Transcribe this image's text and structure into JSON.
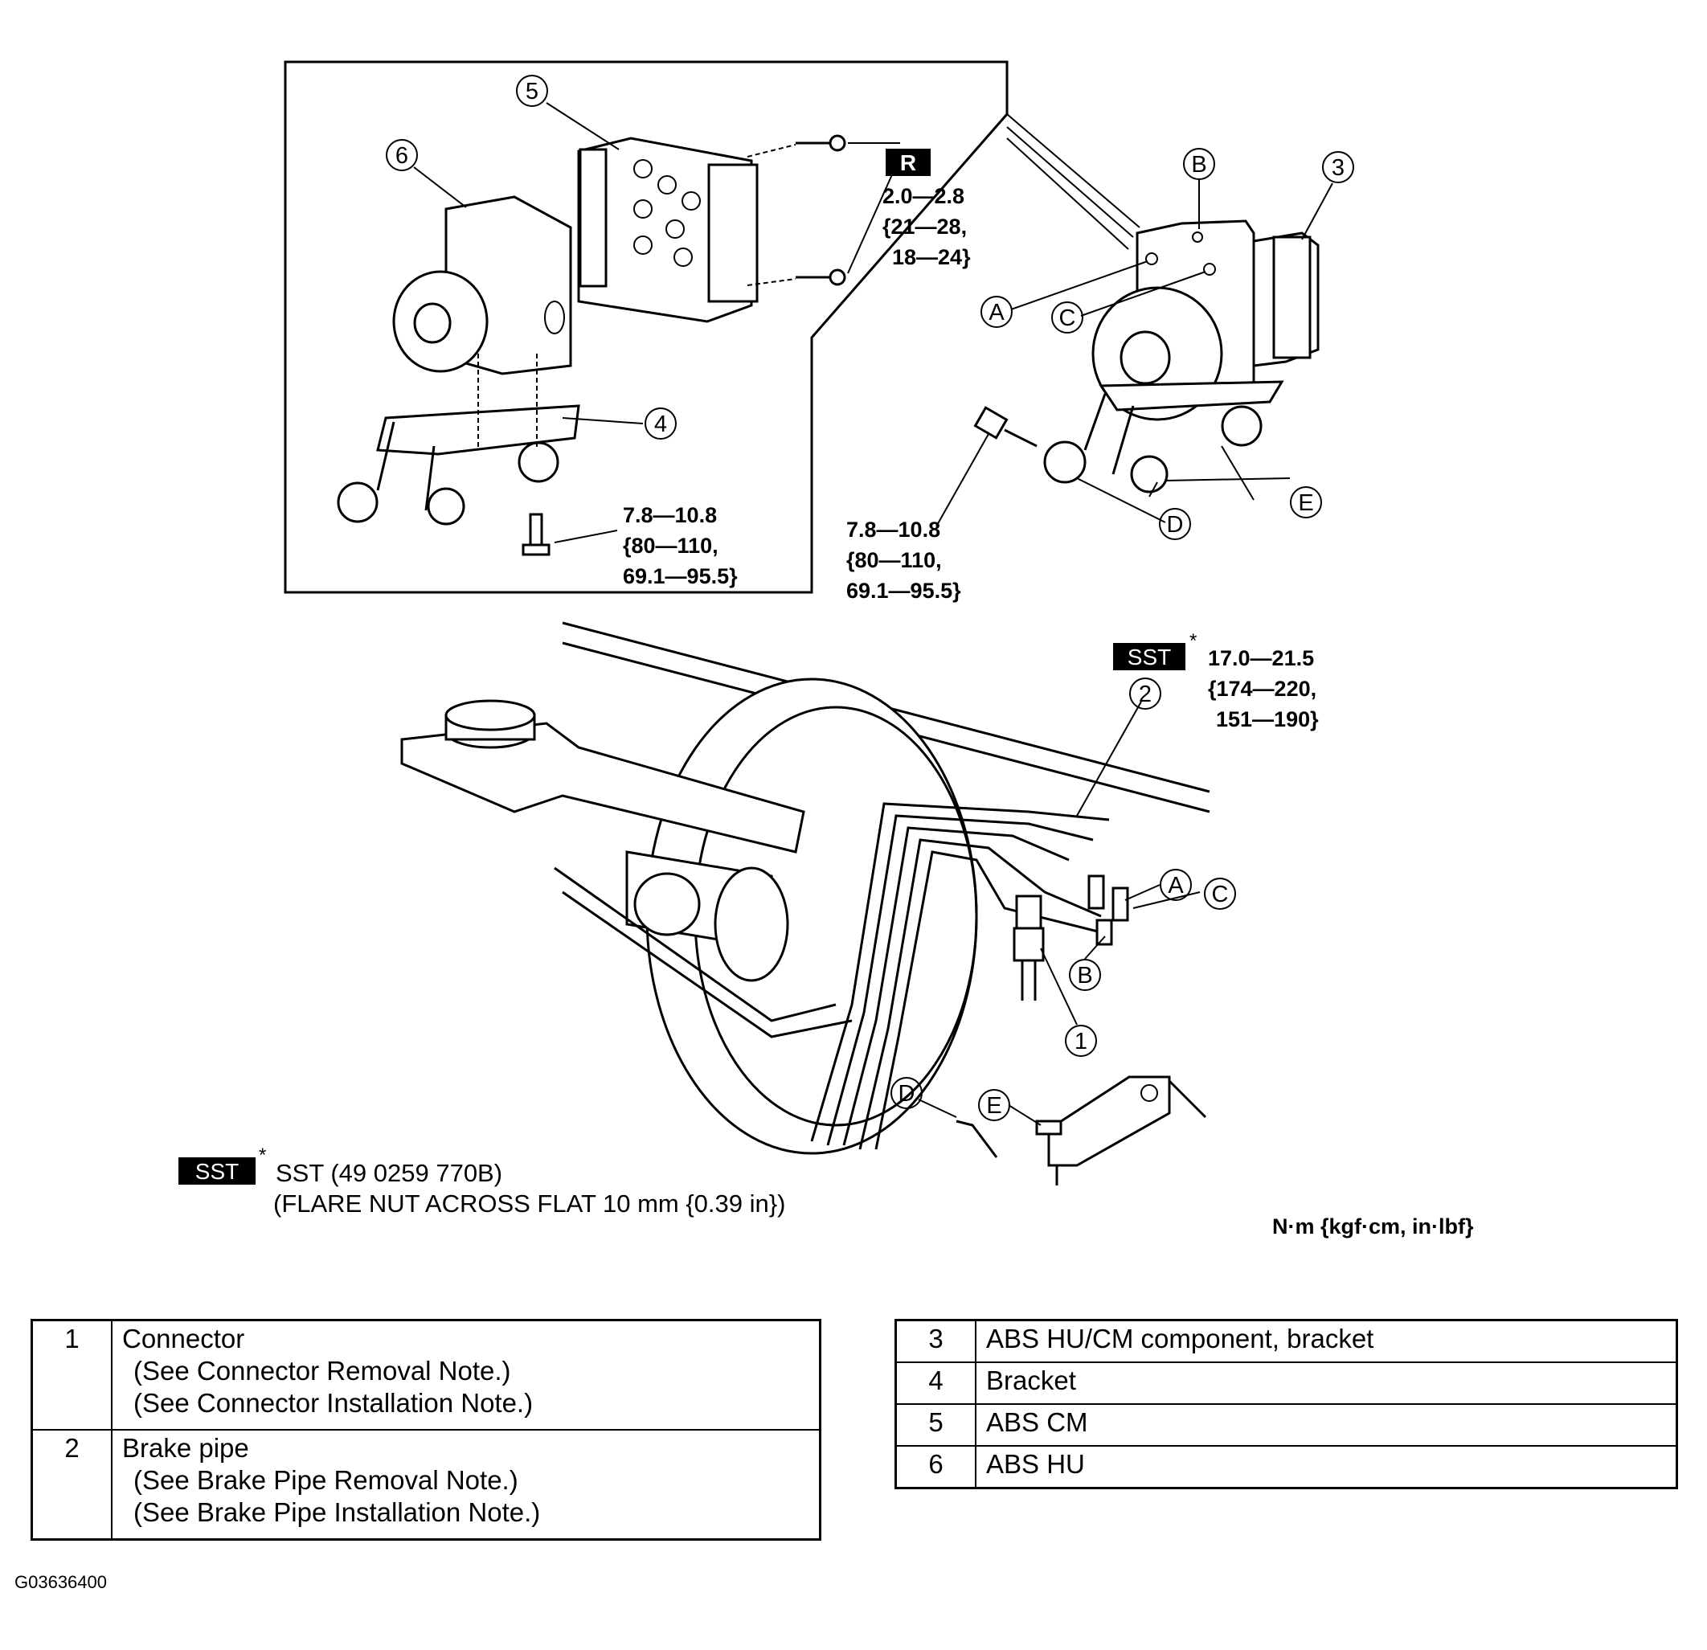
{
  "figure_id": "G03636400",
  "callouts": {
    "c1": "1",
    "c2": "2",
    "c3": "3",
    "c4": "4",
    "c5": "5",
    "c6": "6",
    "A": "A",
    "B": "B",
    "C": "C",
    "D": "D",
    "E": "E"
  },
  "marks": {
    "replace": "R",
    "sst": "SST",
    "asterisk": "*"
  },
  "torques": {
    "bolt_r": [
      "2.0—2.8",
      "{21—28,",
      "18—24}"
    ],
    "bracket_inset": [
      "7.8—10.8",
      "{80—110,",
      "69.1—95.5}"
    ],
    "bracket_assembled": [
      "7.8—10.8",
      "{80—110,",
      "69.1—95.5}"
    ],
    "brake_pipe": [
      "17.0—21.5",
      "{174—220,",
      "151—190}"
    ]
  },
  "sst_note": {
    "line1": "SST (49 0259 770B)",
    "line2": "(FLARE NUT ACROSS FLAT 10 mm {0.39 in})"
  },
  "units": "N·m {kgf·cm, in·lbf}",
  "legend_left": [
    {
      "num": "1",
      "name": "Connector",
      "notes": [
        "(See Connector Removal Note.)",
        "(See Connector Installation Note.)"
      ]
    },
    {
      "num": "2",
      "name": "Brake pipe",
      "notes": [
        "(See Brake Pipe Removal Note.)",
        "(See Brake Pipe Installation Note.)"
      ]
    }
  ],
  "legend_right": [
    {
      "num": "3",
      "name": "ABS HU/CM component, bracket"
    },
    {
      "num": "4",
      "name": "Bracket"
    },
    {
      "num": "5",
      "name": "ABS CM"
    },
    {
      "num": "6",
      "name": "ABS HU"
    }
  ]
}
